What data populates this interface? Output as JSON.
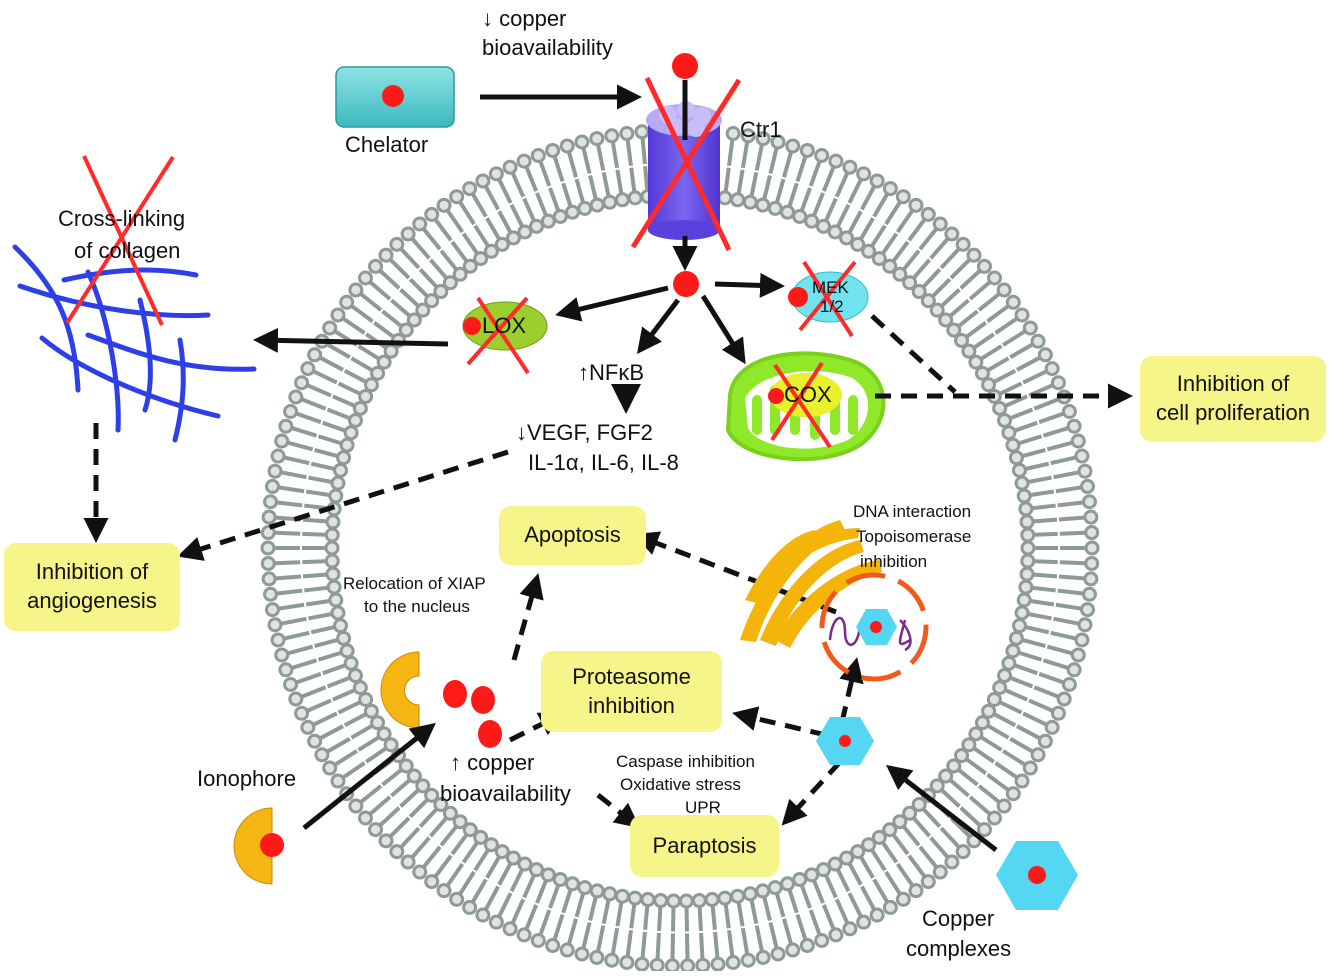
{
  "figure": {
    "title": "Copper-targeting anticancer strategies: chelators, ionophores and copper complexes",
    "colors": {
      "copper_ion": "#ff1a1a",
      "inhibition_cross": "#ff2a2a",
      "outcome_box": "#f6f58a",
      "membrane_lipid": "#8e9a96",
      "lipid_head_fill": "#dfe4e2",
      "chelator": "#4fc9c9",
      "ctr1_channel": "#6a4ee8",
      "collagen": "#2f3fe8",
      "lox": "#9ccf2e",
      "mek": "#6fe3ef",
      "mitochondrion": "#8fe82a",
      "cox": "#eaf02a",
      "golgi_er": "#f5b40a",
      "nucleus": "#f05a1a",
      "copper_complex": "#55d6f2",
      "ionophore": "#f5b512",
      "dna": "#7a2a8a"
    }
  },
  "labels": {
    "copper_down": "↓ copper",
    "bioavailability_top": "bioavailability",
    "chelator": "Chelator",
    "ctr1": "Ctr1",
    "crosslinking_line1": "Cross-linking",
    "crosslinking_line2": "of collagen",
    "lox": "LOX",
    "mek_line1": "MEK",
    "mek_line2": "1/2",
    "cox": "COX",
    "nfkb": "↑NFκB",
    "vegf": "↓VEGF, FGF2",
    "interleukins": "IL-1α, IL-6, IL-8",
    "xiap_line1": "Relocation of XIAP",
    "xiap_line2": "to the nucleus",
    "dna_line1": "DNA interaction",
    "dna_line2": "Topoisomerase",
    "dna_line3": "inhibition",
    "caspase": "Caspase inhibition",
    "oxidative": "Oxidative stress",
    "upr": "UPR",
    "copper_up": "↑ copper",
    "bioavailability_bottom": "bioavailability",
    "ionophore": "Ionophore",
    "complexes_line1": "Copper",
    "complexes_line2": "complexes"
  },
  "outcomes": {
    "cell_proliferation": "Inhibition of\ncell proliferation",
    "angiogenesis": "Inhibition of\nangiogenesis",
    "apoptosis": "Apoptosis",
    "proteasome": "Proteasome\ninhibition",
    "paraptosis": "Paraptosis"
  },
  "icons": {
    "chelator": "chelator-capsule-icon",
    "ctr1": "ctr1-channel-icon",
    "copper": "copper-ion-icon",
    "collagen": "collagen-mesh-icon",
    "lox": "lox-enzyme-icon",
    "mek": "mek-enzyme-icon",
    "mitochondrion": "mitochondrion-icon",
    "golgi": "golgi-icon",
    "nucleus": "nucleus-icon",
    "ionophore": "ionophore-icon",
    "complex": "copper-complex-hexagon-icon",
    "cross": "inhibition-cross-icon"
  }
}
